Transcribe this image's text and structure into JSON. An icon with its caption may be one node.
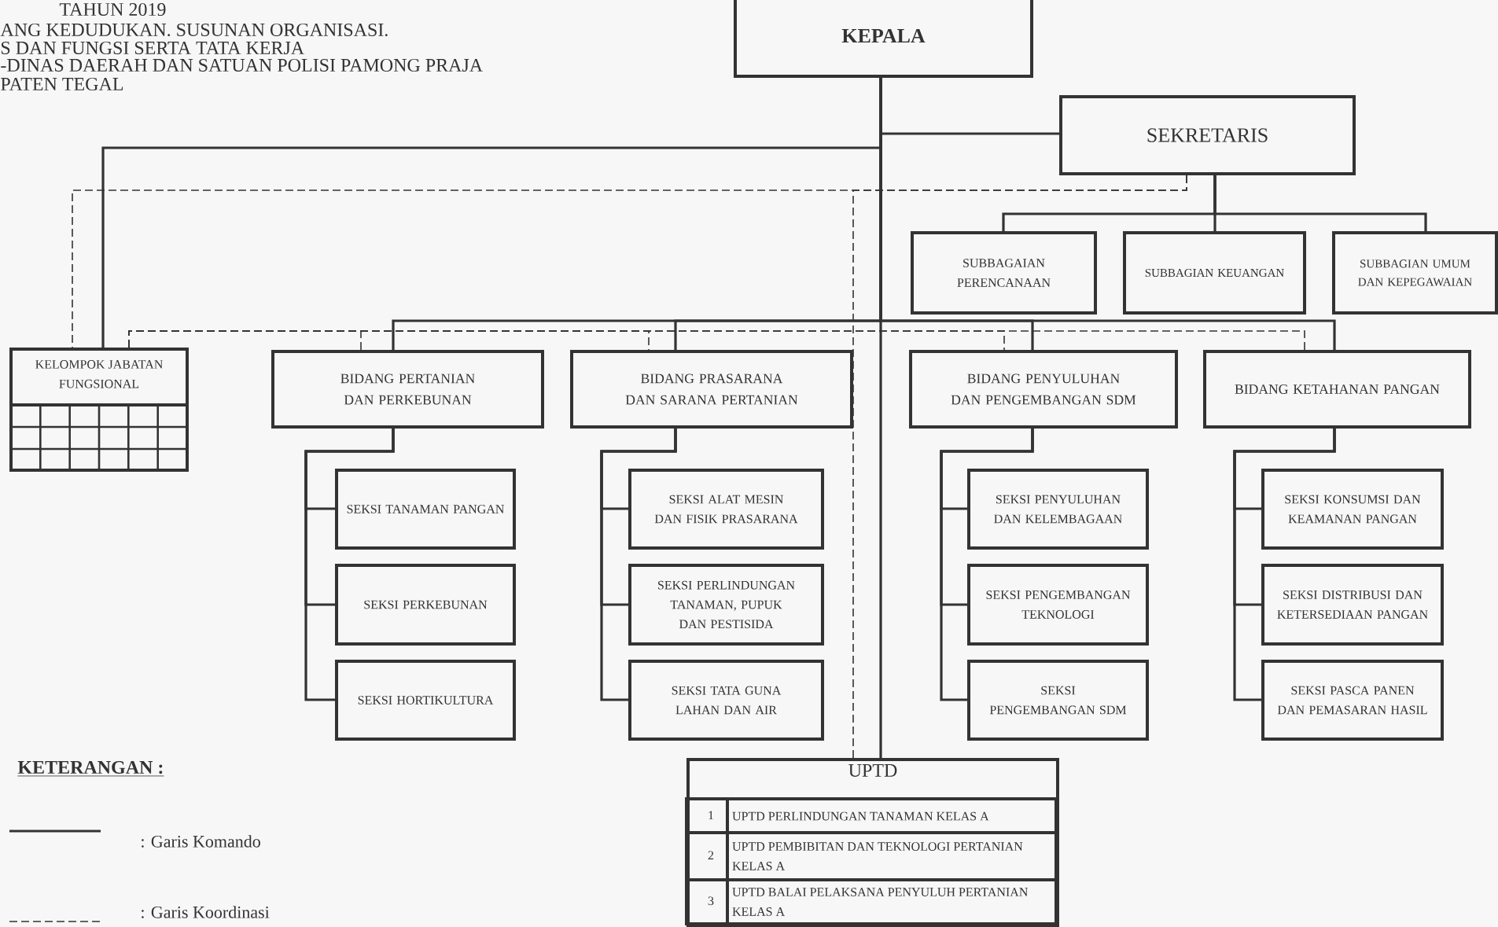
{
  "diagram": {
    "nodes": [
      {
        "text": [
          "KEPALA"
        ]
      },
      {
        "text": [
          "SEKRETARIS"
        ]
      },
      {
        "text": [
          "SUBBAGAIAN PERENCANAAN"
        ]
      },
      {
        "text": [
          "SUBBAGIAN KEUANGAN"
        ]
      },
      {
        "text": [
          "SUBBAGIAN UMUM DAN KEPEGAWAIAN"
        ]
      },
      {
        "text": [
          "KELOMPOK JABATAN FUNGSIONAL"
        ]
      },
      {
        "text": [
          "BIDANG PERTANIAN DAN PERKEBUNAN"
        ]
      },
      {
        "text": [
          "BIDANG PRASARANA DAN SARANA PERTANIAN"
        ]
      },
      {
        "text": [
          "BIDANG PENYULUHAN DAN PENGEMBANGAN SDM"
        ]
      },
      {
        "text": [
          "BIDANG KETAHANAN PANGAN"
        ]
      },
      {
        "text": [
          "SEKSI TANAMAN PANGAN"
        ]
      },
      {
        "text": [
          "SEKSI PERKEBUNAN"
        ]
      },
      {
        "text": [
          "SEKSI HORTIKULTURA"
        ]
      },
      {
        "text": [
          "SEKSI ALAT MESIN DAN FISIK PRASARANA"
        ]
      },
      {
        "text": [
          "SEKSI PERLINDUNGAN TANAMAN, PUPUK DAN PESTISIDA"
        ]
      },
      {
        "text": [
          "SEKSI TATA GUNA LAHAN DAN AIR"
        ]
      },
      {
        "text": [
          "SEKSI PENYULUHAN DAN KELEMBAGAAN"
        ]
      },
      {
        "text": [
          "SEKSI PENGEMBANGAN TEKNOLOGI"
        ]
      },
      {
        "text": [
          "SEKSI PENGEMBANGAN SDM"
        ]
      },
      {
        "text": [
          "SEKSI KONSUMSI DAN KEAMANAN PANGAN"
        ]
      },
      {
        "text": [
          "SEKSI DISTRIBUSI DAN KETERSEDIAAN PANGAN"
        ]
      },
      {
        "text": [
          "SEKSI PASCA PANEN DAN PEMASARAN HASIL"
        ]
      },
      {
        "text": [
          "UPTD"
        ]
      },
      {
        "text": [
          "1",
          "UPTD PERLINDUNGAN TANAMAN KELAS A"
        ],
        "in": 22
      },
      {
        "text": [
          "2",
          "UPTD PEMBIBITAN DAN TEKNOLOGI PERTANIAN KELAS A"
        ],
        "in": 22
      },
      {
        "text": [
          "3",
          "UPTD BALAI PELAKSANA PENYULUH PERTANIAN KELAS A"
        ],
        "in": 22
      }
    ],
    "edges": [
      {
        "from": 0,
        "to": 1,
        "arrow": "none"
      },
      {
        "from": 0,
        "to": 5,
        "arrow": "none"
      },
      {
        "from": 0,
        "to": 6,
        "arrow": "none"
      },
      {
        "from": 0,
        "to": 7,
        "arrow": "none"
      },
      {
        "from": 0,
        "to": 8,
        "arrow": "none"
      },
      {
        "from": 0,
        "to": 9,
        "arrow": "none"
      },
      {
        "from": 0,
        "to": 22,
        "arrow": "none"
      },
      {
        "from": 1,
        "to": 2,
        "arrow": "none"
      },
      {
        "from": 1,
        "to": 3,
        "arrow": "none"
      },
      {
        "from": 1,
        "to": 4,
        "arrow": "none"
      },
      {
        "from": 6,
        "to": 10,
        "arrow": "none"
      },
      {
        "from": 6,
        "to": 11,
        "arrow": "none"
      },
      {
        "from": 6,
        "to": 12,
        "arrow": "none"
      },
      {
        "from": 7,
        "to": 13,
        "arrow": "none"
      },
      {
        "from": 7,
        "to": 14,
        "arrow": "none"
      },
      {
        "from": 7,
        "to": 15,
        "arrow": "none"
      },
      {
        "from": 8,
        "to": 16,
        "arrow": "none"
      },
      {
        "from": 8,
        "to": 17,
        "arrow": "none"
      },
      {
        "from": 8,
        "to": 18,
        "arrow": "none"
      },
      {
        "from": 9,
        "to": 19,
        "arrow": "none"
      },
      {
        "from": 9,
        "to": 20,
        "arrow": "none"
      },
      {
        "from": 9,
        "to": 21,
        "arrow": "none"
      },
      {
        "from": 1,
        "to": 5,
        "arrow": "none",
        "style": "dashed"
      },
      {
        "from": 1,
        "to": 22,
        "arrow": "none",
        "style": "dashed"
      },
      {
        "from": 5,
        "to": 6,
        "arrow": "none",
        "style": "dashed"
      },
      {
        "from": 5,
        "to": 7,
        "arrow": "none",
        "style": "dashed"
      },
      {
        "from": 5,
        "to": 8,
        "arrow": "none",
        "style": "dashed"
      },
      {
        "from": 5,
        "to": 9,
        "arrow": "none",
        "style": "dashed"
      }
    ],
    "labels": [
      "TAHUN 2019",
      "ANG KEDUDUKAN. SUSUNAN ORGANISASI.",
      "S DAN FUNGSI SERTA TATA KERJA",
      "-DINAS DAERAH DAN SATUAN POLISI PAMONG PRAJA",
      "PATEN TEGAL",
      "KETERANGAN :"
    ],
    "legend": [
      {
        "text": ": Garis Komando"
      },
      {
        "text": ": Garis Koordinasi"
      }
    ]
  }
}
